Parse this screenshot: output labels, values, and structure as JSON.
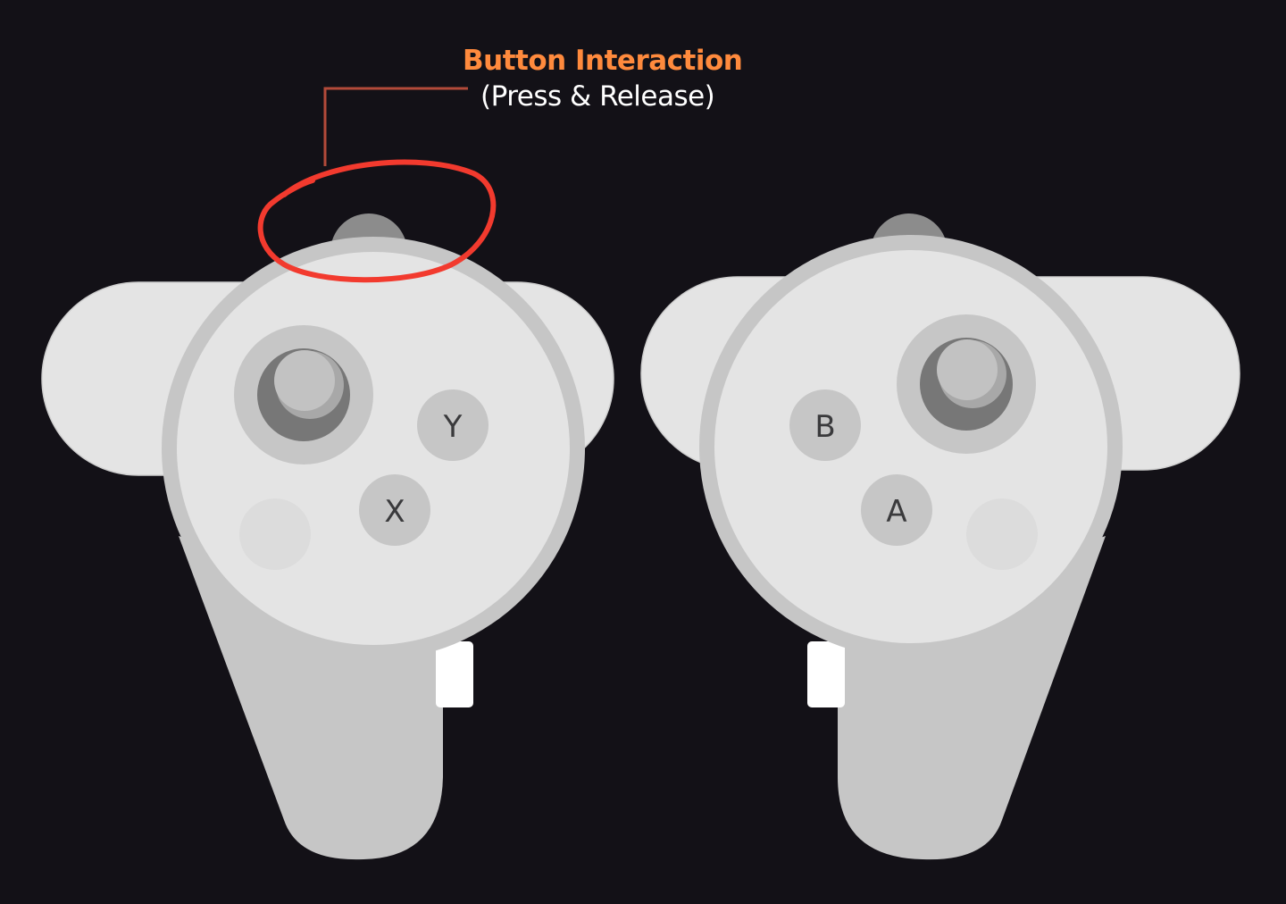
{
  "callout": {
    "title": "Button Interaction",
    "subtitle": "(Press & Release)"
  },
  "left_controller": {
    "face_buttons": [
      "X",
      "Y"
    ]
  },
  "right_controller": {
    "face_buttons": [
      "A",
      "B"
    ]
  },
  "colors": {
    "background": "#131117",
    "accent_title": "#ff8a3d",
    "highlight_circle": "#f23a2e",
    "leader_line": "#b34a3a",
    "controller_body": "#e4e4e4",
    "controller_rim": "#c6c6c6",
    "grip": "#c6c6c6"
  },
  "icons": {
    "highlight": "red-hand-drawn-ellipse",
    "thumbstick": "thumbstick-icon"
  }
}
